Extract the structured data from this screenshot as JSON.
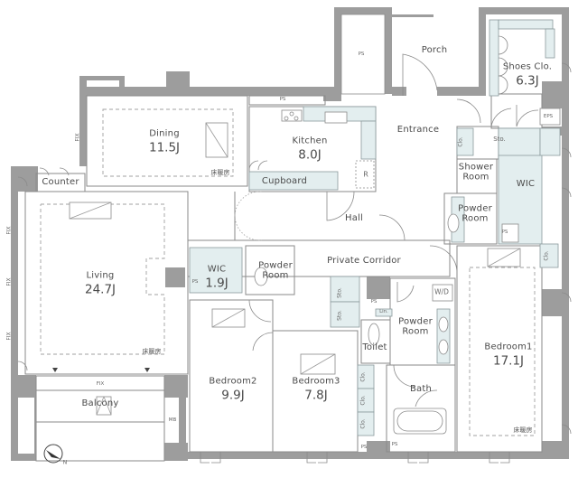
{
  "plan": {
    "colors": {
      "wall": "#9d9d9d",
      "storage_fill": "#e3eeef",
      "line": "#8a8a8a",
      "text": "#4a4a4a"
    },
    "rooms": [
      {
        "id": "dining",
        "name": "Dining",
        "area": "11.5J"
      },
      {
        "id": "kitchen",
        "name": "Kitchen",
        "area": "8.0J"
      },
      {
        "id": "living",
        "name": "Living",
        "area": "24.7J"
      },
      {
        "id": "wic_small",
        "name": "WIC",
        "area": "1.9J"
      },
      {
        "id": "bedroom1",
        "name": "Bedroom1",
        "area": "17.1J"
      },
      {
        "id": "bedroom2",
        "name": "Bedroom2",
        "area": "9.9J"
      },
      {
        "id": "bedroom3",
        "name": "Bedroom3",
        "area": "7.8J"
      },
      {
        "id": "shoes_clo",
        "name": "Shoes Clo.",
        "area": "6.3J"
      }
    ],
    "labels": {
      "porch": "Porch",
      "entrance": "Entrance",
      "hall": "Hall",
      "private_corridor": "Private Corridor",
      "counter": "Counter",
      "cupboard": "Cupboard",
      "shower_room": "Shower\nRoom",
      "shower_l1": "Shower",
      "shower_l2": "Room",
      "powder_l1": "Powder",
      "powder_l2": "Room",
      "wic_large": "WIC",
      "toilet": "Toilet",
      "bath": "Bath",
      "balcony": "Balcony",
      "refrigerator": "R",
      "washer_dryer": "W/D",
      "linen": "Lin.",
      "storage": "Sto.",
      "closet": "Clo.",
      "pipe_space": "PS",
      "eps": "EPS",
      "meter_box": "MB",
      "fix": "FIX",
      "floor_heating": "床暖房"
    },
    "compass": {
      "north_label": "N"
    }
  }
}
